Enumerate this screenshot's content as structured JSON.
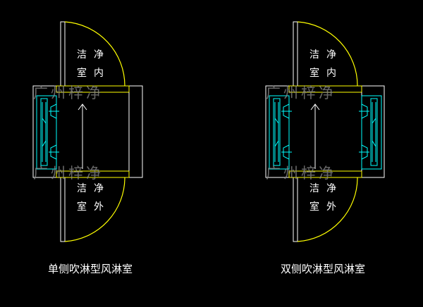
{
  "units": [
    {
      "caption": "单侧吹淋型风淋室",
      "double_sided": false,
      "inside_label": [
        "洁",
        "净",
        "室",
        "内"
      ],
      "outside_label": [
        "洁",
        "净",
        "室",
        "外"
      ]
    },
    {
      "caption": "双侧吹淋型风淋室",
      "double_sided": true,
      "inside_label": [
        "洁",
        "净",
        "室",
        "内"
      ],
      "outside_label": [
        "洁",
        "净",
        "室",
        "外"
      ]
    }
  ],
  "watermark": "广州梓净",
  "colors": {
    "background": "#000000",
    "outline": "#ffffff",
    "door_arc": "#ffff00",
    "fan": "#00ffff",
    "watermark": "#8a8a8a"
  }
}
